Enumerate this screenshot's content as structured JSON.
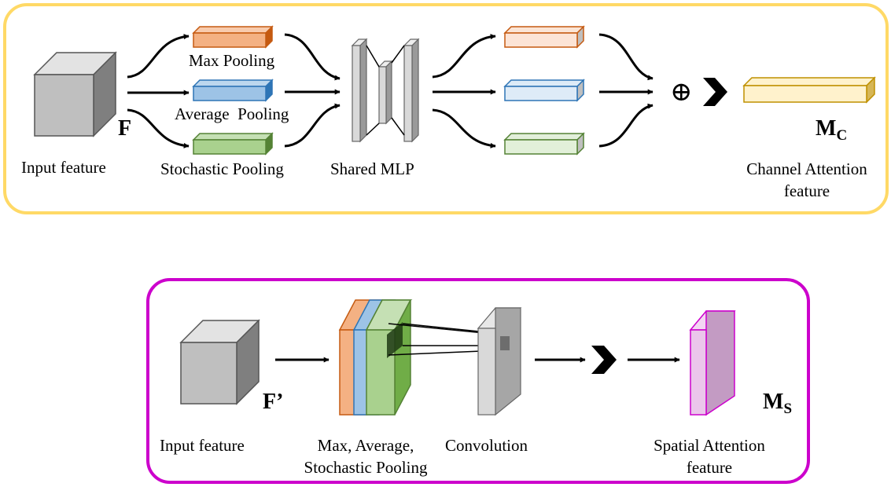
{
  "channel_module": {
    "input_label": "Input feature",
    "input_symbol": "F",
    "pool_max_label": "Max Pooling",
    "pool_avg_label": "Average  Pooling",
    "pool_sto_label": "Stochastic Pooling",
    "mlp_label": "Shared MLP",
    "sum_symbol": "⊕",
    "output_symbol": "M",
    "output_subscript": "C",
    "output_label_line1": "Channel Attention",
    "output_label_line2": "feature"
  },
  "spatial_module": {
    "input_label": "Input feature",
    "input_symbol": "F’",
    "pool_label_line1": "Max, Average,",
    "pool_label_line2": "Stochastic Pooling",
    "conv_label": "Convolution",
    "output_symbol": "M",
    "output_subscript": "S",
    "output_label_line1": "Spatial Attention",
    "output_label_line2": "feature"
  },
  "colors": {
    "channel_border": "#ffd966",
    "spatial_border": "#cc00cc",
    "max_pool": "#f4b183",
    "avg_pool": "#9dc3e6",
    "sto_pool": "#a9d18e",
    "output_channel": "#fff2cc",
    "output_spatial": "#e6a3e6"
  }
}
